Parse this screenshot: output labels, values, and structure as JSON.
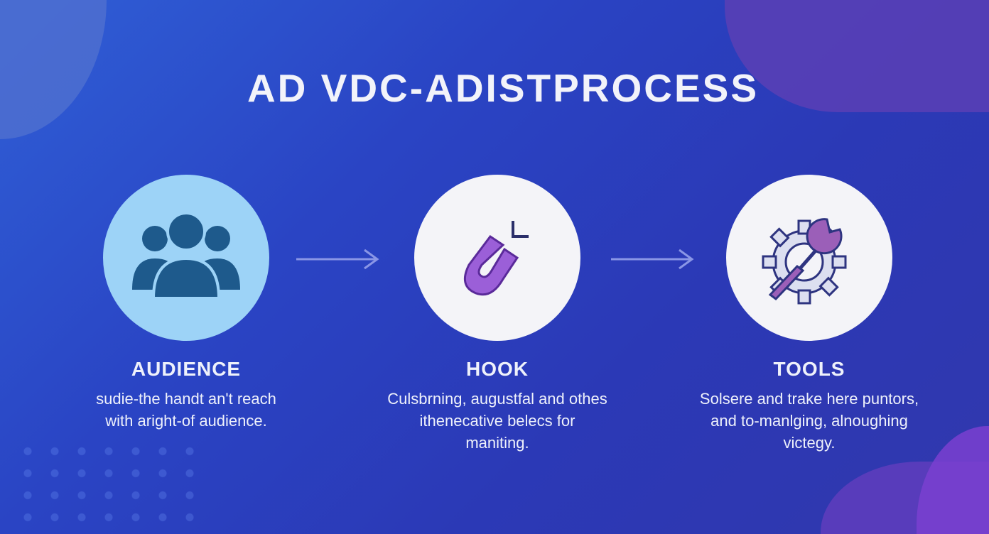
{
  "title": "AD VDC-ADISTPROCESS",
  "steps": [
    {
      "label": "AUDIENCE",
      "icon": "audience-icon",
      "lines": [
        "sudie-the handt an't reach",
        "with aright-of audience."
      ]
    },
    {
      "label": "HOOK",
      "icon": "magnet-hook-icon",
      "lines": [
        "Culsbrning, augustfal and othes",
        "ithenecative belecs for",
        "maniting."
      ]
    },
    {
      "label": "TOOLS",
      "icon": "gear-wrench-icon",
      "lines": [
        "Solsere and trake here puntors,",
        "and to-manlging, alnoughing",
        "victegy."
      ]
    }
  ],
  "colors": {
    "audience_circle": "#9dd3f7",
    "icon_dark": "#1e5a8c",
    "purple": "#8f4fd0"
  }
}
